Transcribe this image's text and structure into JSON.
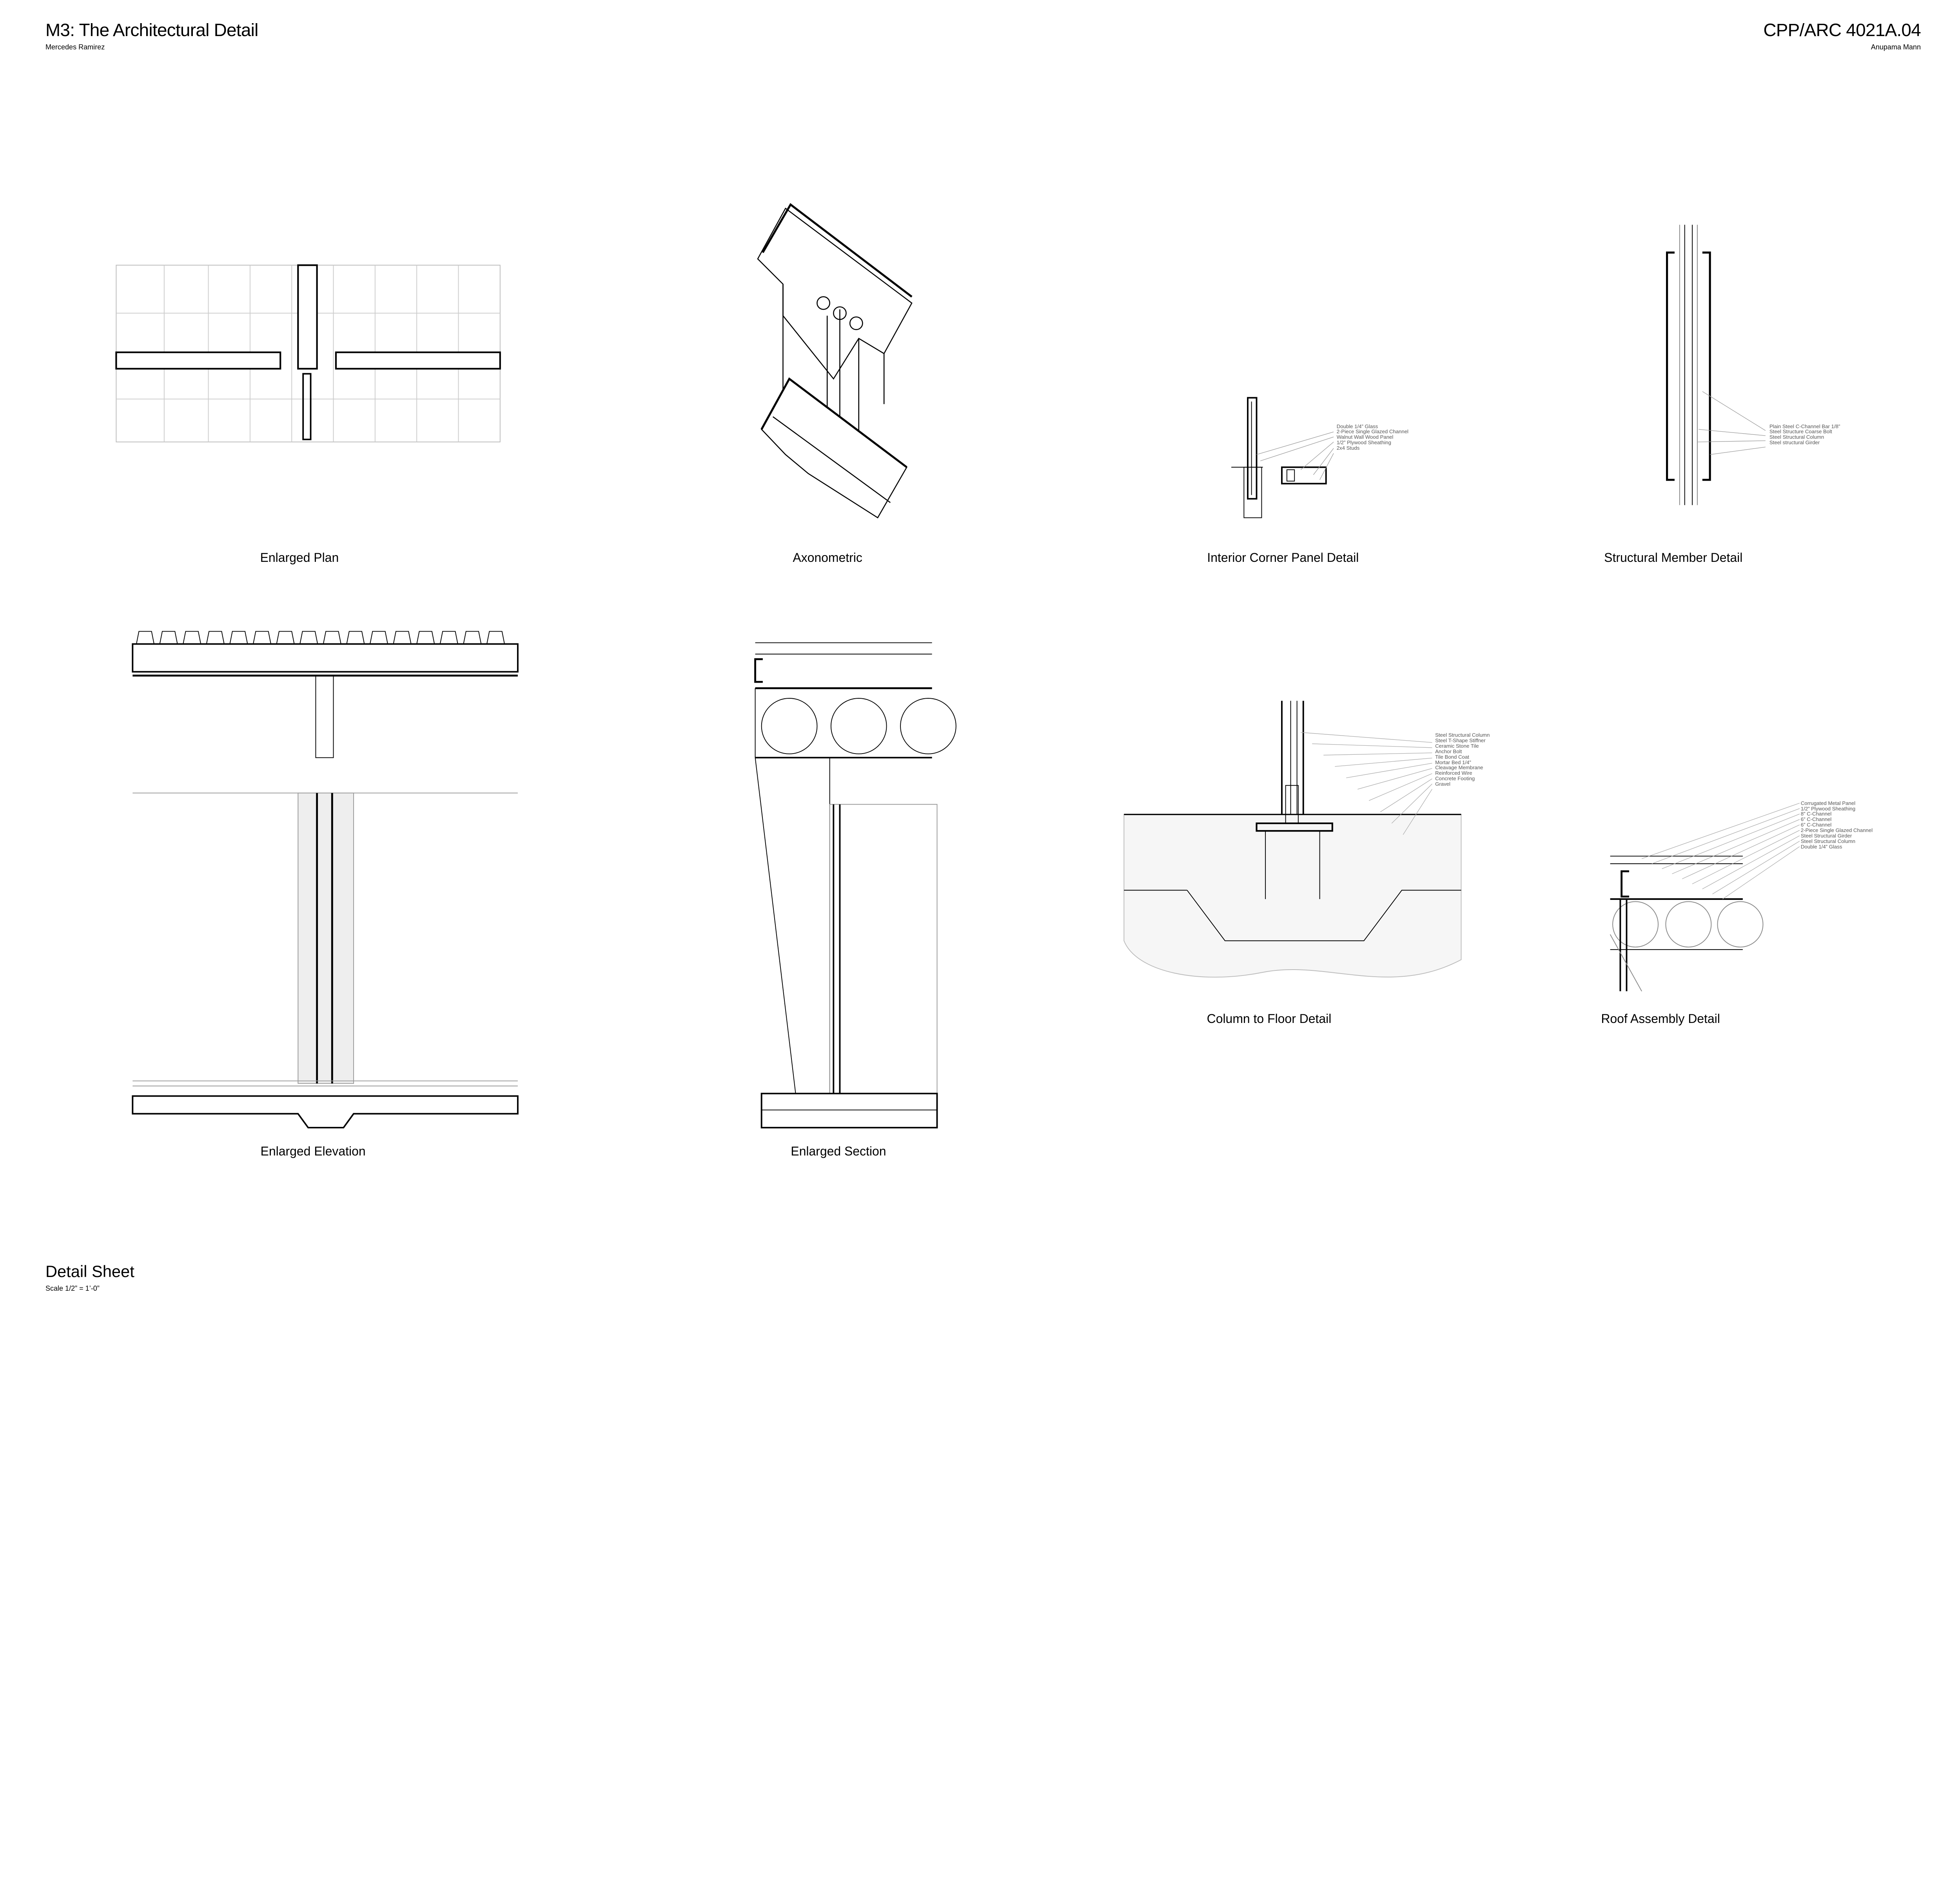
{
  "header": {
    "title": "M3: The Architectural Detail",
    "author": "Mercedes Ramirez",
    "course": "CPP/ARC 4021A.04",
    "instructor": "Anupama Mann"
  },
  "footer": {
    "sheet_title": "Detail Sheet",
    "scale": "Scale 1/2” = 1’-0”"
  },
  "drawings": {
    "enlarged_plan": "Enlarged Plan",
    "axonometric": "Axonometric",
    "interior_corner": "Interior Corner Panel Detail",
    "structural_member": "Structural Member Detail",
    "enlarged_elevation": "Enlarged Elevation",
    "enlarged_section": "Enlarged Section",
    "column_floor": "Column to Floor Detail",
    "roof_assembly": "Roof Assembly Detail"
  },
  "annotations": {
    "interior_corner": [
      "Double 1/4” Glass",
      "2-Piece Single Glazed Channel",
      "Walnut Wall Wood Panel",
      "1/2” Plywood Sheathing",
      "2x4 Studs"
    ],
    "structural_member": [
      "Plain Steel C-Channel Bar 1/8”",
      "Steel Structure Coarse Bolt",
      "Steel Structural Column",
      "Steel structural Girder"
    ],
    "column_floor": [
      "Steel Structural Column",
      "Steel T-Shape Stiffner",
      "Ceramic Stone Tile",
      "Anchor Bolt",
      "Tile Bond Coat",
      "Mortar Bed 1/4”",
      "Cleavage Membrane",
      "Reinforced Wire",
      "Concrete Footing",
      "Gravel"
    ],
    "roof_assembly": [
      "Corrugated Metal Panel",
      "1/2” Plywood Sheathing",
      "8” C-Channel",
      "6” C-Channel",
      "6” C-Channel",
      "2-Piece Single Glazed Channel",
      "Steel Structural Girder",
      "Steel Structural Column",
      "Double 1/4” Glass"
    ]
  }
}
